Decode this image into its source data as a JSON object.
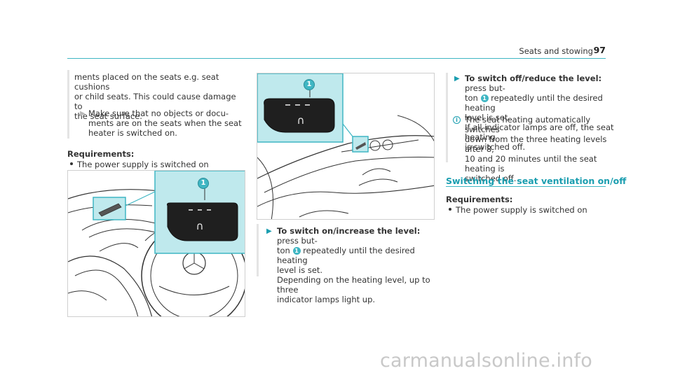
{
  "header": {
    "title": "Seats and stowing",
    "page_number": "97"
  },
  "left": {
    "continued_text": [
      "ments placed on the seats e.g. seat cushions",
      "or child seats. This could cause damage to",
      "the seat surface."
    ],
    "step_text": [
      "Make sure that no objects or docu-",
      "ments are on the seats when the seat",
      "heater is switched on."
    ],
    "requirements_heading": "Requirements:",
    "requirements_item": "The power supply is switched on",
    "figure_badge": "1"
  },
  "middle": {
    "figure_badge": "1",
    "step_label": "To switch on/increase the level:",
    "step_text_1": " press but-",
    "step_line2_a": "ton ",
    "step_badge": "1",
    "step_line2_b": " repeatedly until the desired heating",
    "step_lines": [
      "level is set.",
      "Depending on the heating level, up to three",
      "indicator lamps light up."
    ]
  },
  "right": {
    "step_label": "To switch off/reduce the level:",
    "step_text_1": " press but-",
    "step_line2_a": "ton ",
    "step_badge": "1",
    "step_line2_b": " repeatedly until the desired heating",
    "step_lines": [
      "level is set.",
      "If all indicator lamps are off, the seat heating",
      "is switched off."
    ],
    "info_icon": "i",
    "info_lines": [
      "The seat heating automatically switches",
      "down from the three heating levels after 8,",
      "10 and 20 minutes until the seat heating is",
      "switched off."
    ],
    "section_title": "Switching the seat ventilation on/off",
    "requirements_heading": "Requirements:",
    "requirements_item": "The power supply is switched on"
  },
  "watermark": "carmanualsonline.info"
}
